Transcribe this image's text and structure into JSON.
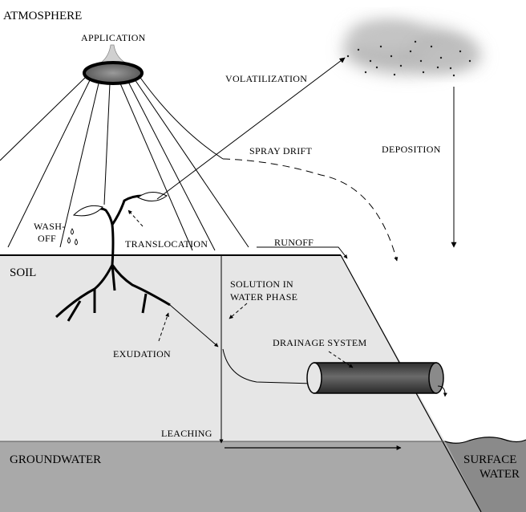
{
  "zones": {
    "atmosphere": "ATMOSPHERE",
    "soil": "SOIL",
    "groundwater": "GROUNDWATER",
    "surface_water_line1": "SURFACE",
    "surface_water_line2": "WATER"
  },
  "processes": {
    "application": "APPLICATION",
    "volatilization": "VOLATILIZATION",
    "spray_drift": "SPRAY DRIFT",
    "deposition": "DEPOSITION",
    "wash_off_line1": "WASH-",
    "wash_off_line2": "OFF",
    "translocation": "TRANSLOCATION",
    "runoff": "RUNOFF",
    "solution_line1": "SOLUTION IN",
    "solution_line2": "WATER PHASE",
    "exudation": "EXUDATION",
    "drainage_system": "DRAINAGE SYSTEM",
    "leaching": "LEACHING"
  },
  "colors": {
    "soil": "#e6e6e6",
    "groundwater": "#a9a9a9",
    "surface_water": "#8a8a8a",
    "pipe": "#4a4a4a",
    "cloud": "#b8b8b8",
    "ink": "#000000"
  }
}
